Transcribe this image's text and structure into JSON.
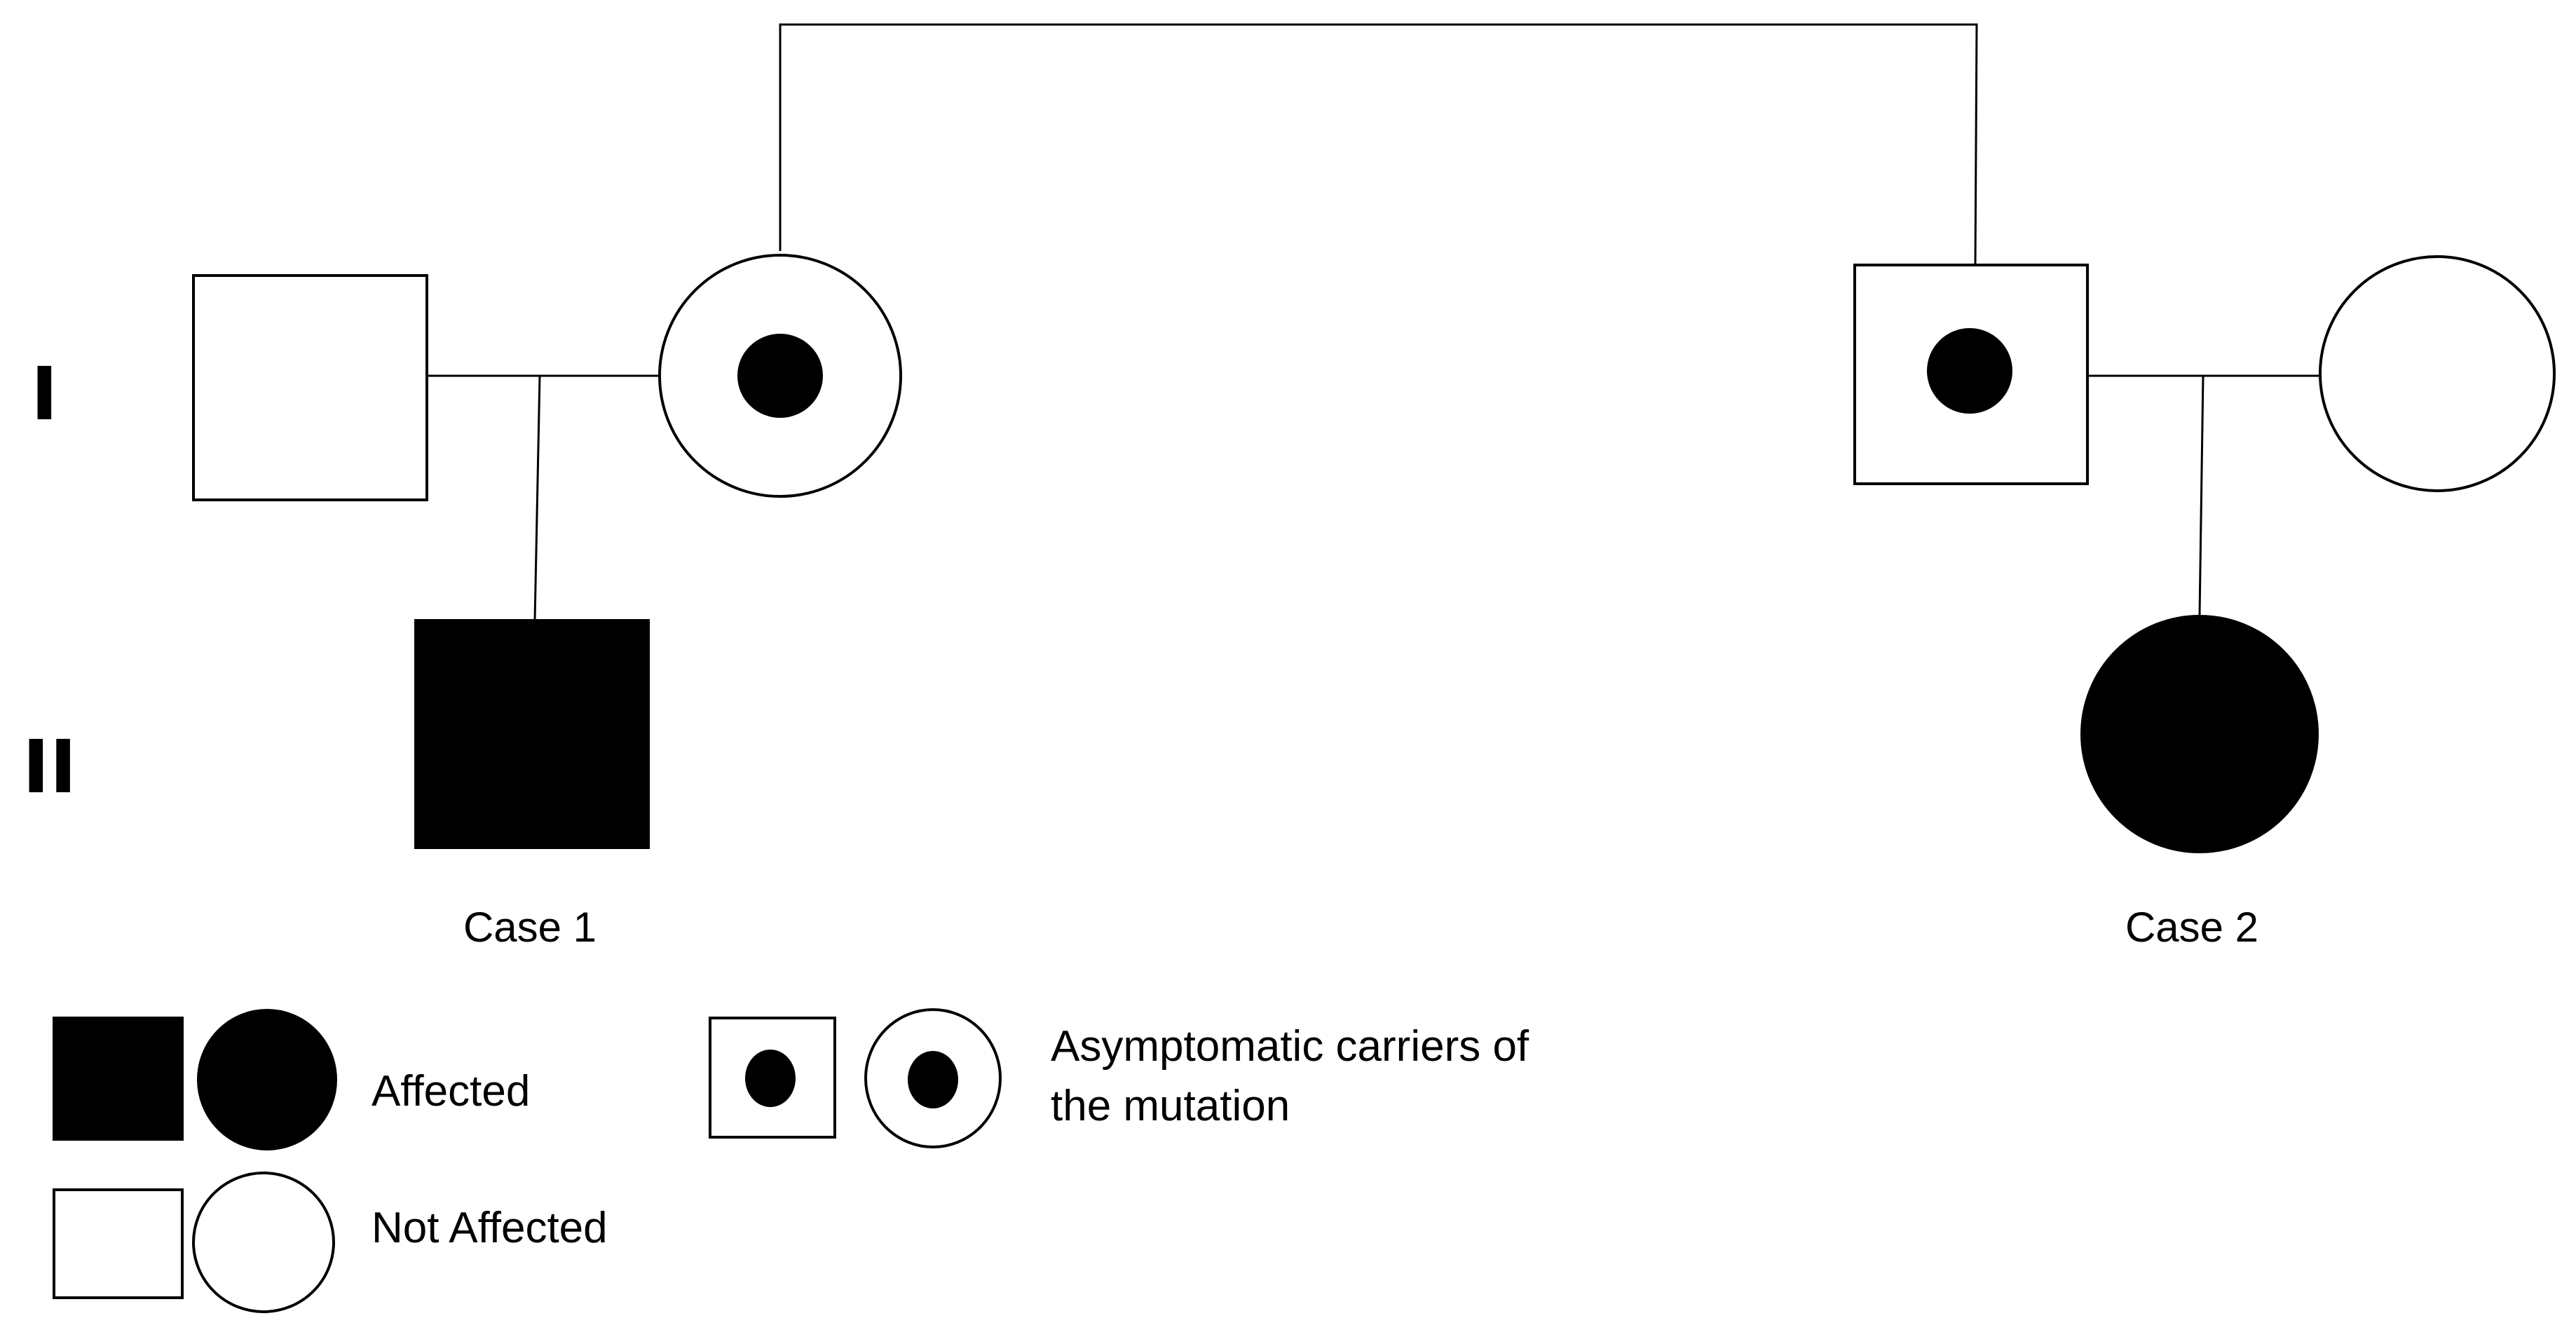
{
  "generations": {
    "first": "I",
    "second": "II"
  },
  "cases": {
    "case1": "Case 1",
    "case2": "Case 2"
  },
  "individuals": [
    {
      "id": "I-1",
      "sex": "male",
      "status": "not-affected"
    },
    {
      "id": "I-2",
      "sex": "female",
      "status": "carrier"
    },
    {
      "id": "I-3",
      "sex": "male",
      "status": "carrier"
    },
    {
      "id": "I-4",
      "sex": "female",
      "status": "not-affected"
    },
    {
      "id": "II-1",
      "sex": "male",
      "status": "affected"
    },
    {
      "id": "II-2",
      "sex": "female",
      "status": "affected"
    }
  ],
  "legend": {
    "affected": "Affected",
    "not_affected": "Not Affected",
    "carrier_line1": "Asymptomatic carriers of",
    "carrier_line2": "the mutation"
  },
  "colors": {
    "affected": "#000000",
    "not_affected": "#ffffff",
    "stroke": "#000000"
  }
}
